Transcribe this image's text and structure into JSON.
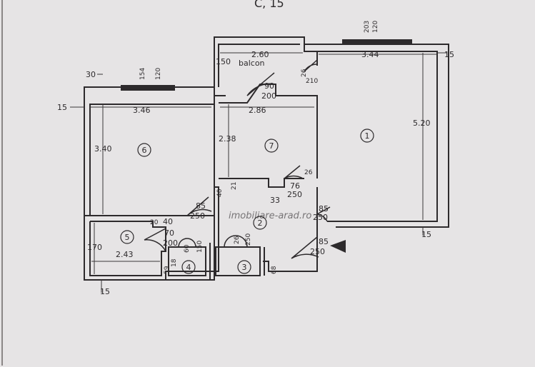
{
  "header": {
    "scribble": "C, 15"
  },
  "rooms": {
    "r1": "1",
    "r2": "2",
    "r3": "3",
    "r4": "4",
    "r5": "5",
    "r6": "6",
    "r7": "7"
  },
  "labels": {
    "balcon": "balcon"
  },
  "dimensions": {
    "top_203": "203",
    "top_120a": "120",
    "d260": "2.60",
    "d150": "150",
    "d344": "3.44",
    "d15_tr": "15",
    "d30": "30",
    "d154": "154",
    "d120b": "120",
    "d90": "90",
    "d200a": "200",
    "d26a": "26",
    "d210": "210",
    "d15_left": "15",
    "d346": "3.46",
    "d286": "2.86",
    "d520": "5.20",
    "d340": "3.40",
    "d238": "2.38",
    "d21": "21",
    "d40a": "40",
    "d76": "76",
    "d250a": "250",
    "d26b": "26",
    "d33": "33",
    "d85a": "85",
    "d250b": "250",
    "d40b": "40",
    "d20": "20",
    "d85b": "85",
    "d250c": "250",
    "d70": "70",
    "d200b": "200",
    "d170": "170",
    "d243": "2.43",
    "d15_br": "15",
    "d85c": "85",
    "d250d": "250",
    "d59": "59",
    "d18": "18",
    "d60": "60",
    "d150b": "150",
    "d26c": "26",
    "d250e": "250",
    "d68": "68",
    "d15_bottom": "15"
  },
  "watermark": "imobiliare-arad.ro"
}
